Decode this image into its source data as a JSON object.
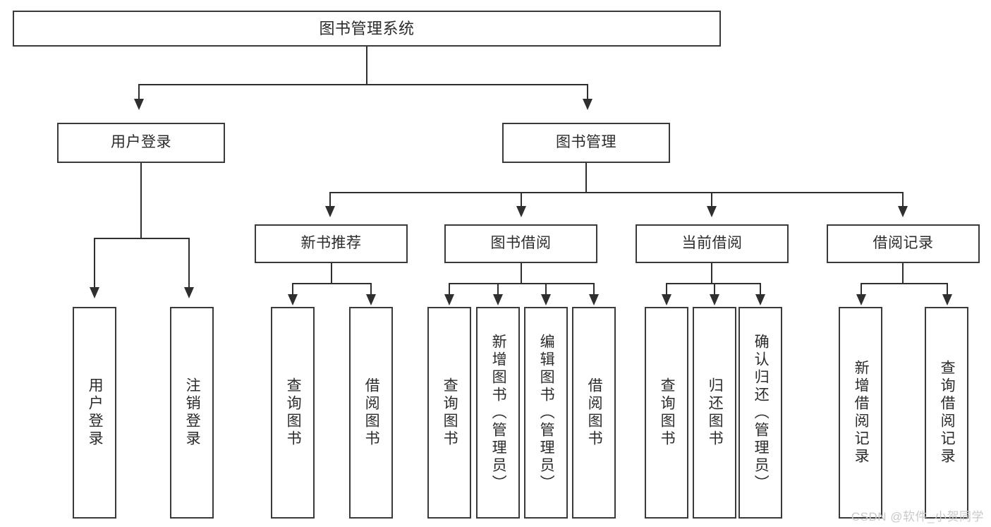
{
  "diagram": {
    "title": "图书管理系统",
    "type": "tree",
    "watermark": "CSDN @软件_小贺同学",
    "colors": {
      "box_border": "#3a3a3a",
      "box_fill": "#ffffff",
      "text": "#2b2b2b",
      "edge": "#2f2f2f",
      "watermark": "#c9c9c9",
      "background": "#ffffff"
    },
    "root": {
      "label": "图书管理系统"
    },
    "level2": [
      {
        "label": "用户登录"
      },
      {
        "label": "图书管理"
      }
    ],
    "level3": [
      {
        "label": "新书推荐"
      },
      {
        "label": "图书借阅"
      },
      {
        "label": "当前借阅"
      },
      {
        "label": "借阅记录"
      }
    ],
    "leaves": {
      "user_login": [
        {
          "label": "用户登录"
        },
        {
          "label": "注销登录"
        }
      ],
      "new_book_recommend": [
        {
          "label": "查询图书"
        },
        {
          "label": "借阅图书"
        }
      ],
      "book_borrow": [
        {
          "label": "查询图书"
        },
        {
          "label": "新增图书（管理员）"
        },
        {
          "label": "编辑图书（管理员）"
        },
        {
          "label": "借阅图书"
        }
      ],
      "current_borrow": [
        {
          "label": "查询图书"
        },
        {
          "label": "归还图书"
        },
        {
          "label": "确认归还（管理员）"
        }
      ],
      "borrow_record": [
        {
          "label": "新增借阅记录"
        },
        {
          "label": "查询借阅记录"
        }
      ]
    }
  }
}
